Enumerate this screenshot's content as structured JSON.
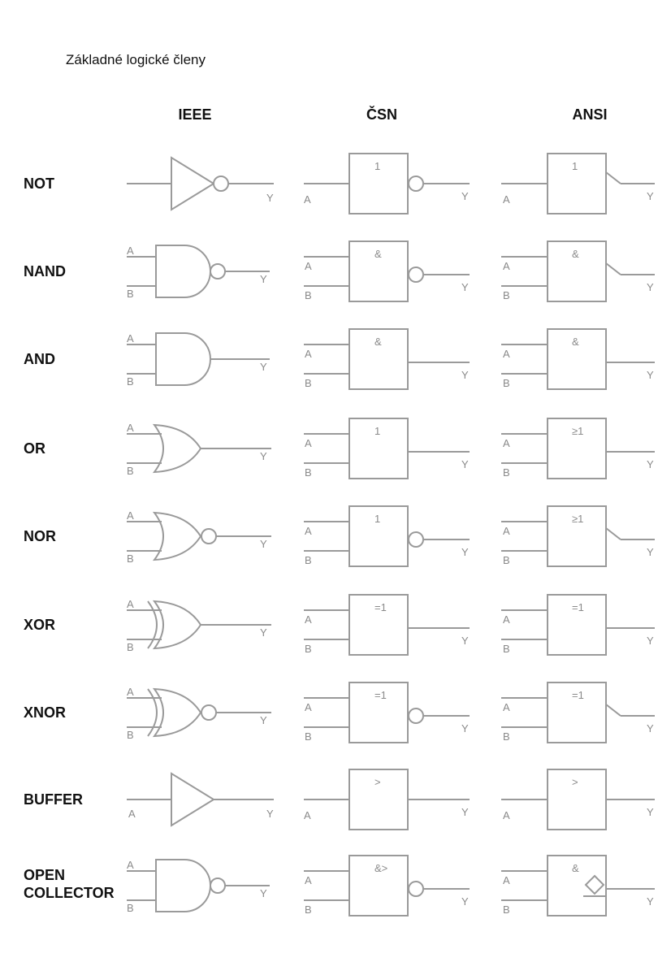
{
  "title": "Základné logické členy",
  "columns": [
    "IEEE",
    "ČSN",
    "ANSI"
  ],
  "pins": {
    "a": "A",
    "b": "B",
    "y": "Y"
  },
  "rows": [
    {
      "label": "NOT",
      "ieee": "not",
      "csn_symbol": "1",
      "csn_bubble": true,
      "ansi_symbol": "1",
      "ansi_output": "slant",
      "inputs": 1
    },
    {
      "label": "NAND",
      "ieee": "nand",
      "csn_symbol": "&",
      "csn_bubble": true,
      "ansi_symbol": "&",
      "ansi_output": "slant",
      "inputs": 2
    },
    {
      "label": "AND",
      "ieee": "and",
      "csn_symbol": "&",
      "csn_bubble": false,
      "ansi_symbol": "&",
      "ansi_output": "plain",
      "inputs": 2
    },
    {
      "label": "OR",
      "ieee": "or",
      "csn_symbol": "1",
      "csn_bubble": false,
      "ansi_symbol": "≥1",
      "ansi_output": "plain",
      "inputs": 2
    },
    {
      "label": "NOR",
      "ieee": "nor",
      "csn_symbol": "1",
      "csn_bubble": true,
      "ansi_symbol": "≥1",
      "ansi_output": "slant",
      "inputs": 2
    },
    {
      "label": "XOR",
      "ieee": "xor",
      "csn_symbol": "=1",
      "csn_bubble": false,
      "ansi_symbol": "=1",
      "ansi_output": "plain",
      "inputs": 2
    },
    {
      "label": "XNOR",
      "ieee": "xnor",
      "csn_symbol": "=1",
      "csn_bubble": true,
      "ansi_symbol": "=1",
      "ansi_output": "slant",
      "inputs": 2
    },
    {
      "label": "BUFFER",
      "ieee": "buffer",
      "csn_symbol": ">",
      "csn_bubble": false,
      "ansi_symbol": ">",
      "ansi_output": "plain",
      "inputs": 1
    },
    {
      "label": "OPEN\nCOLLECTOR",
      "ieee": "nand",
      "csn_symbol": "&>",
      "csn_bubble": true,
      "ansi_symbol": "&",
      "ansi_output": "diamond",
      "inputs": 2
    }
  ],
  "colors": {
    "stroke": "#9a9a9a",
    "text": "#111111",
    "pin_text": "#8a8a8a"
  }
}
